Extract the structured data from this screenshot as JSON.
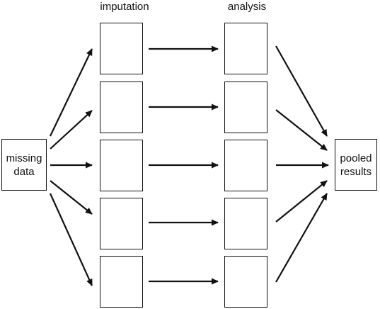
{
  "headers": {
    "imputation": "imputation",
    "analysis": "analysis"
  },
  "source": {
    "line1": "missing",
    "line2": "data"
  },
  "target": {
    "line1": "pooled",
    "line2": "results"
  },
  "imputed_datasets_count": 5,
  "colors": {
    "stroke": "#111111",
    "background": "#ffffff"
  }
}
